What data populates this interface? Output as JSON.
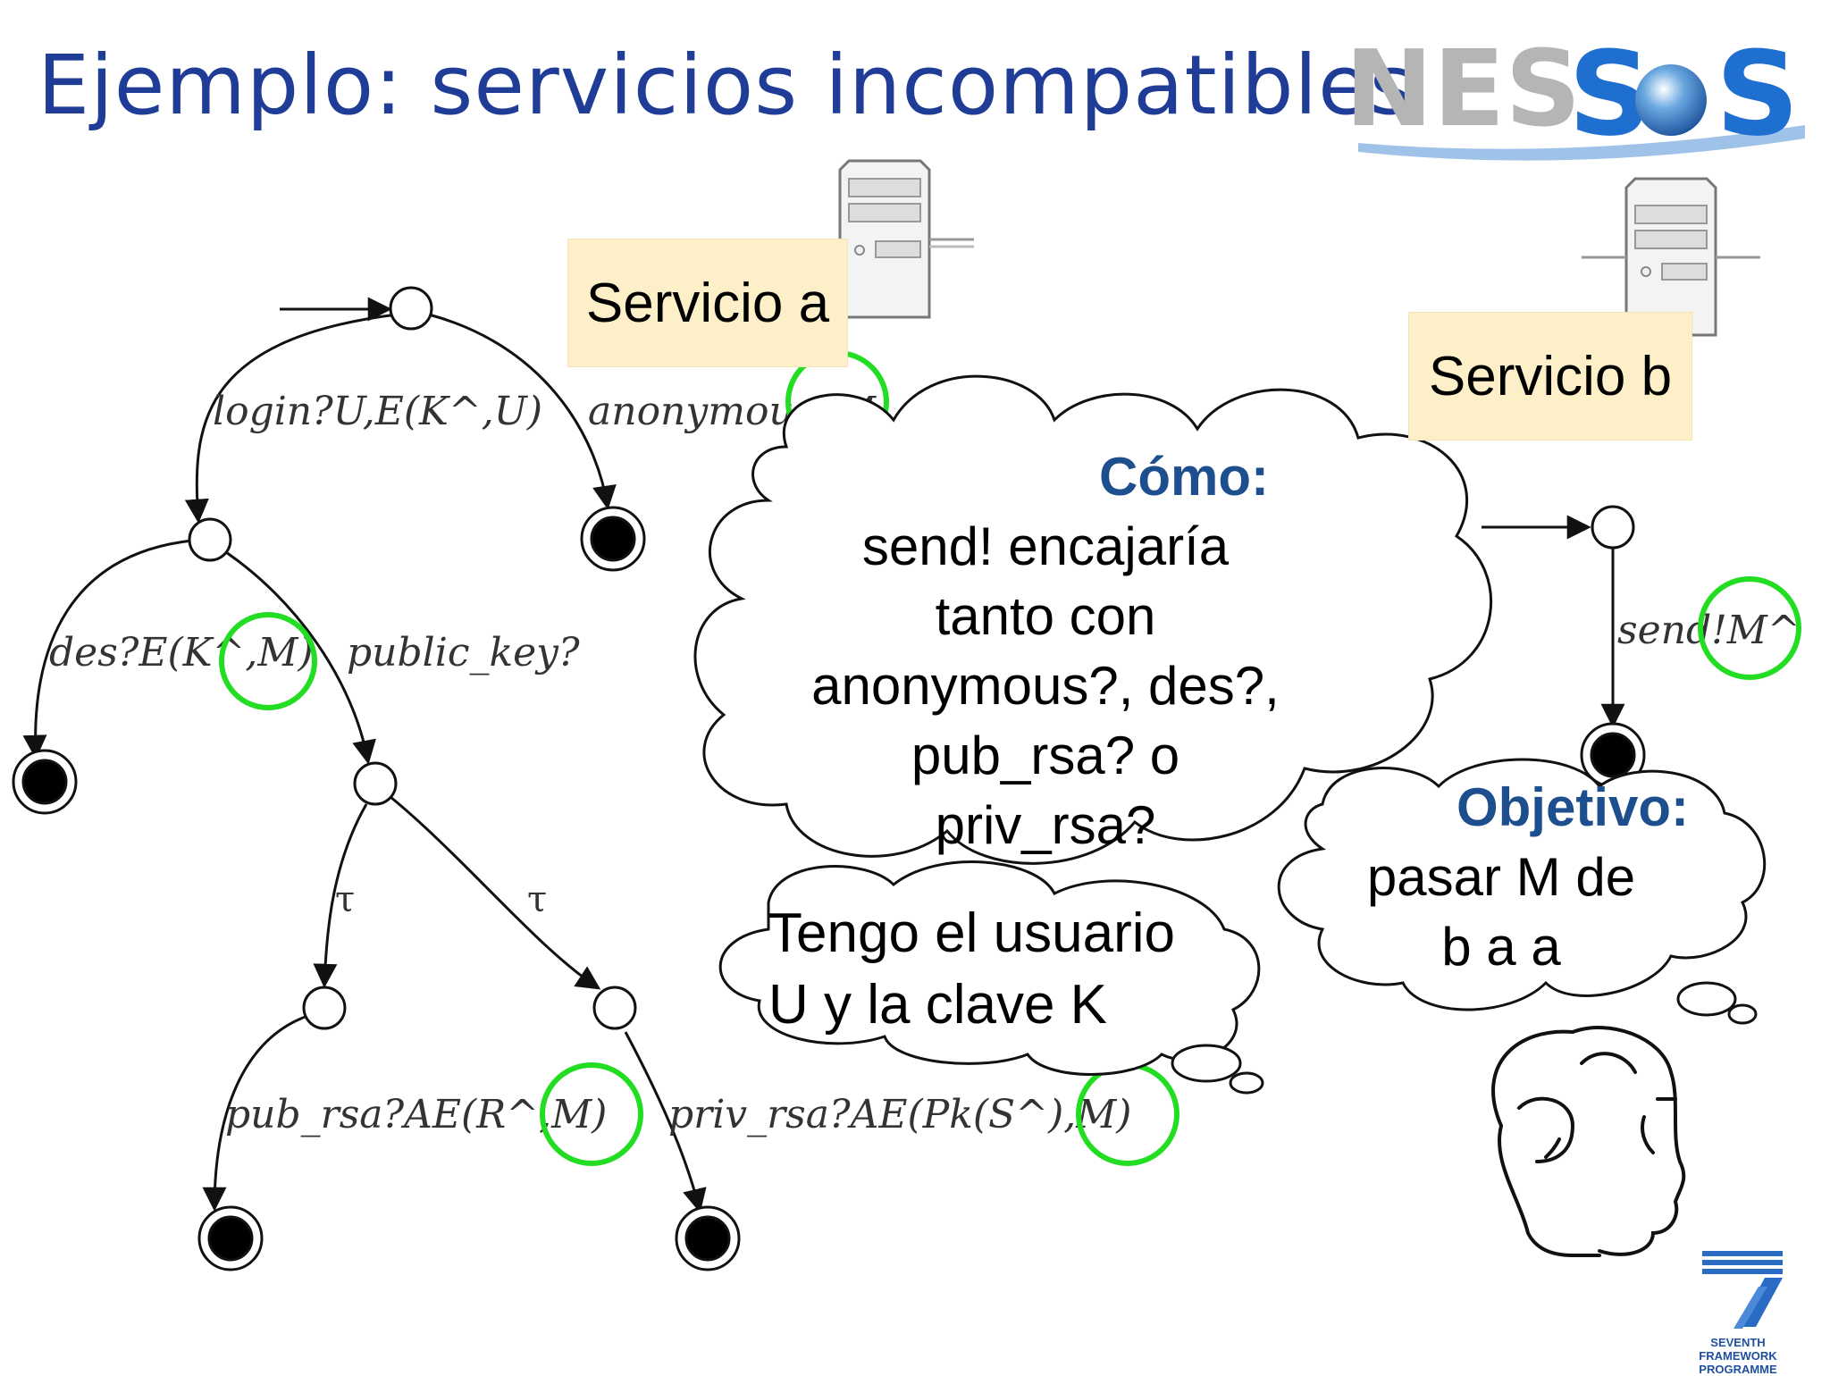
{
  "slide": {
    "title": "Ejemplo: servicios incompatibles"
  },
  "logos": {
    "nessos": {
      "text": "NES",
      "text2": "S",
      "text3": "S"
    },
    "fp7": {
      "line1": "SEVENTH FRAMEWORK",
      "line2": "PROGRAMME"
    }
  },
  "service_a": {
    "label": "Servicio a",
    "transitions": {
      "login": "login?U,E(K^,U)",
      "anonymous": "anonymous?M",
      "des": "des?E(K^,M)",
      "public_key": "public_key?",
      "tau_left": "τ",
      "tau_right": "τ",
      "pub_rsa": "pub_rsa?AE(R^,M)",
      "priv_rsa": "priv_rsa?AE(Pk(S^),M)"
    }
  },
  "service_b": {
    "label": "Servicio b",
    "transitions": {
      "send": "send!M^"
    }
  },
  "thoughts": {
    "como": {
      "heading": "Cómo:",
      "lines": [
        "send! encajaría",
        "tanto con",
        "anonymous?, des?,",
        "pub_rsa? o",
        "priv_rsa?"
      ]
    },
    "tengo": {
      "lines": [
        "Tengo el usuario",
        "U y la clave K"
      ]
    },
    "objetivo": {
      "heading": "Objetivo:",
      "lines": [
        "pasar M de",
        "b a a"
      ]
    }
  },
  "colors": {
    "title": "#1f3c96",
    "note_bg": "#fdf0c8",
    "highlight": "#22dd22",
    "cloud_heading": "#1d4f8e"
  },
  "icons": [
    "server-icon",
    "person-sketch-icon",
    "globe-icon"
  ]
}
